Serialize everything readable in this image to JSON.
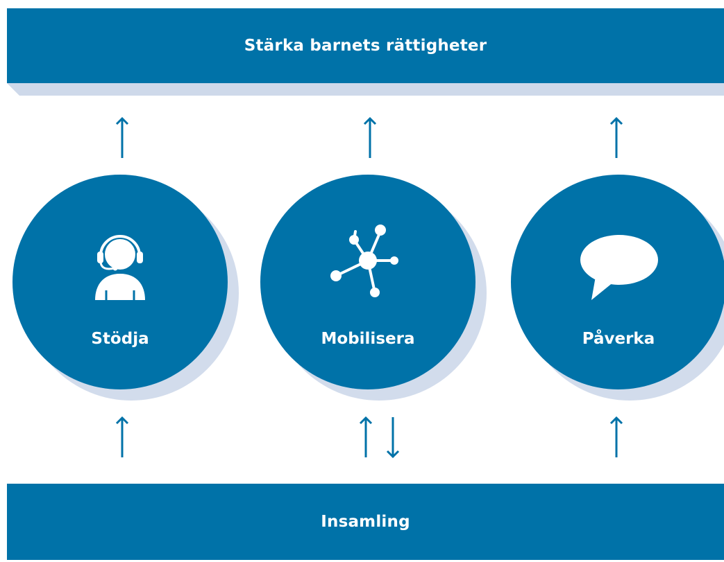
{
  "top_band": {
    "label": "Stärka barnets rättigheter"
  },
  "bottom_band": {
    "label": "Insamling"
  },
  "pillars": [
    {
      "label": "Stödja",
      "icon": "headset-person-icon"
    },
    {
      "label": "Mobilisera",
      "icon": "network-icon"
    },
    {
      "label": "Påverka",
      "icon": "speech-bubble-icon"
    }
  ],
  "colors": {
    "primary": "#0072a8",
    "shadow": "#d2dcec",
    "background": "#ffffff"
  }
}
